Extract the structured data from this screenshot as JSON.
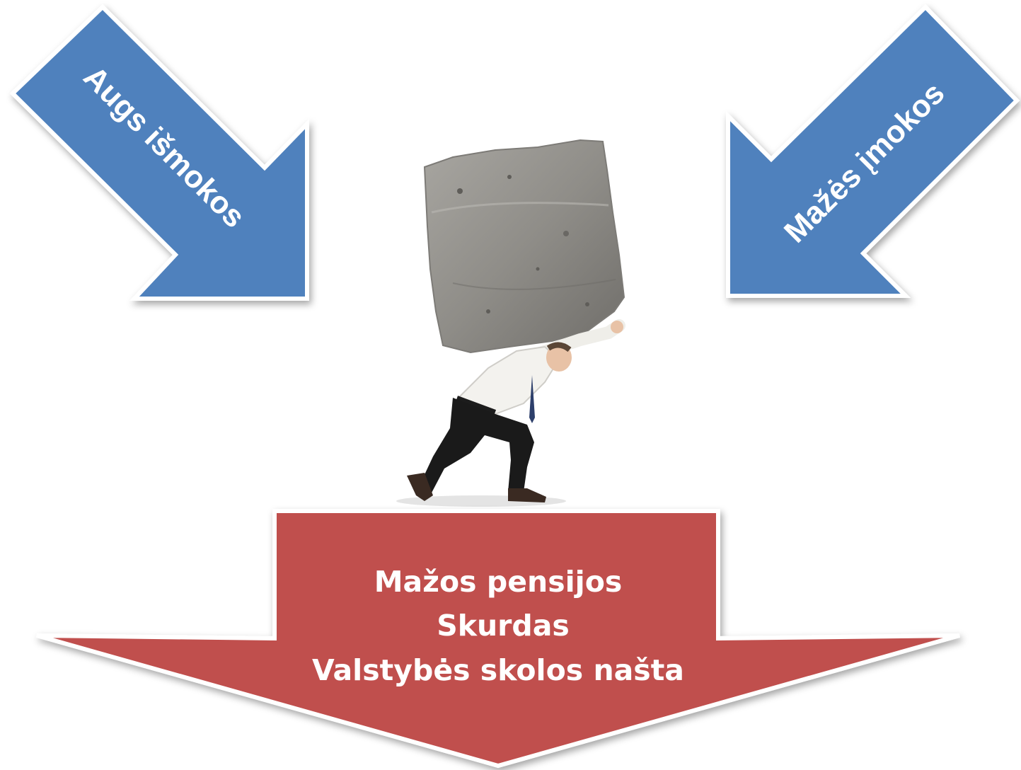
{
  "colors": {
    "blue_arrow": "#4f81bd",
    "red_arrow": "#c0504d",
    "text": "#ffffff",
    "background": "#ffffff"
  },
  "left_arrow": {
    "label": "Augs išmokos",
    "direction": "down-right"
  },
  "right_arrow": {
    "label": "Mažės įmokos",
    "direction": "down-left"
  },
  "bottom_arrow": {
    "direction": "down",
    "lines": [
      "Mažos pensijos",
      "Skurdas",
      "Valstybės skolos našta"
    ]
  },
  "illustration": {
    "icon": "man-carrying-boulder-image"
  }
}
